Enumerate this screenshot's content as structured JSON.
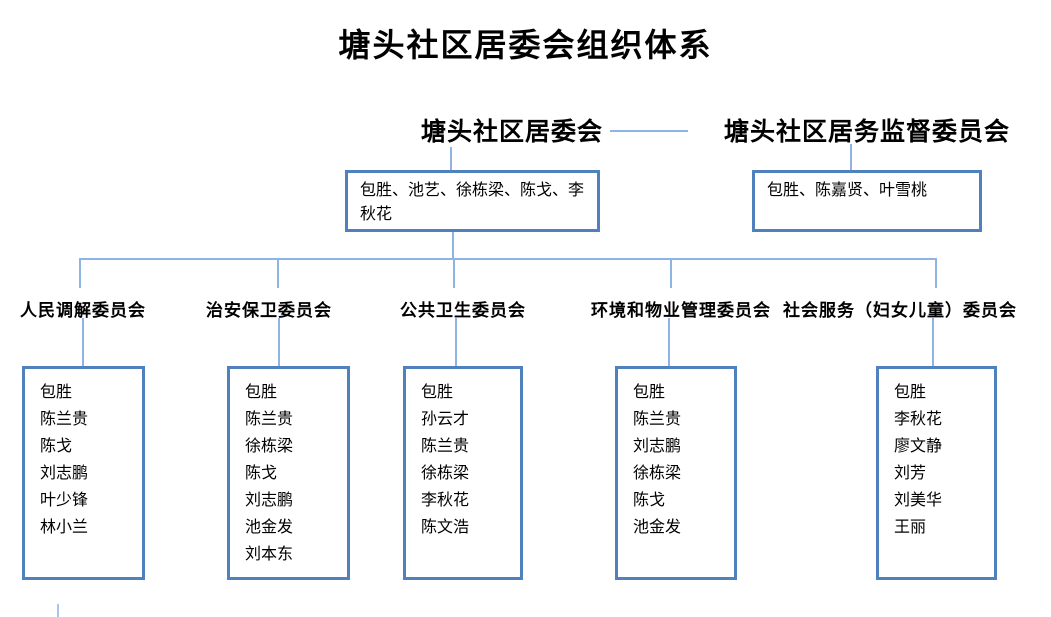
{
  "title": "塘头社区居委会组织体系",
  "colors": {
    "box_border": "#4F81BD",
    "connector_line": "#8DB4E2",
    "text": "#000000",
    "background": "#FFFFFF"
  },
  "top_nodes": [
    {
      "label": "塘头社区居委会",
      "members_text": "包胜、池艺、徐栋梁、陈戈、李秋花"
    },
    {
      "label": "塘头社区居务监督委员会",
      "members_text": "包胜、陈嘉贤、叶雪桃"
    }
  ],
  "committees": [
    {
      "label": "人民调解委员会",
      "members": [
        "包胜",
        "陈兰贵",
        "陈戈",
        "刘志鹏",
        "叶少锋",
        "林小兰"
      ]
    },
    {
      "label": "治安保卫委员会",
      "members": [
        "包胜",
        "陈兰贵",
        "徐栋梁",
        "陈戈",
        "刘志鹏",
        "池金发",
        "刘本东"
      ]
    },
    {
      "label": "公共卫生委员会",
      "members": [
        "包胜",
        "孙云才",
        "陈兰贵",
        "徐栋梁",
        "李秋花",
        "陈文浩"
      ]
    },
    {
      "label": "环境和物业管理委员会",
      "members": [
        "包胜",
        "陈兰贵",
        "刘志鹏",
        "徐栋梁",
        "陈戈",
        "池金发"
      ]
    },
    {
      "label": "社会服务（妇女儿童）委员会",
      "members": [
        "包胜",
        "李秋花",
        "廖文静",
        "刘芳",
        "刘美华",
        "王丽"
      ]
    }
  ]
}
